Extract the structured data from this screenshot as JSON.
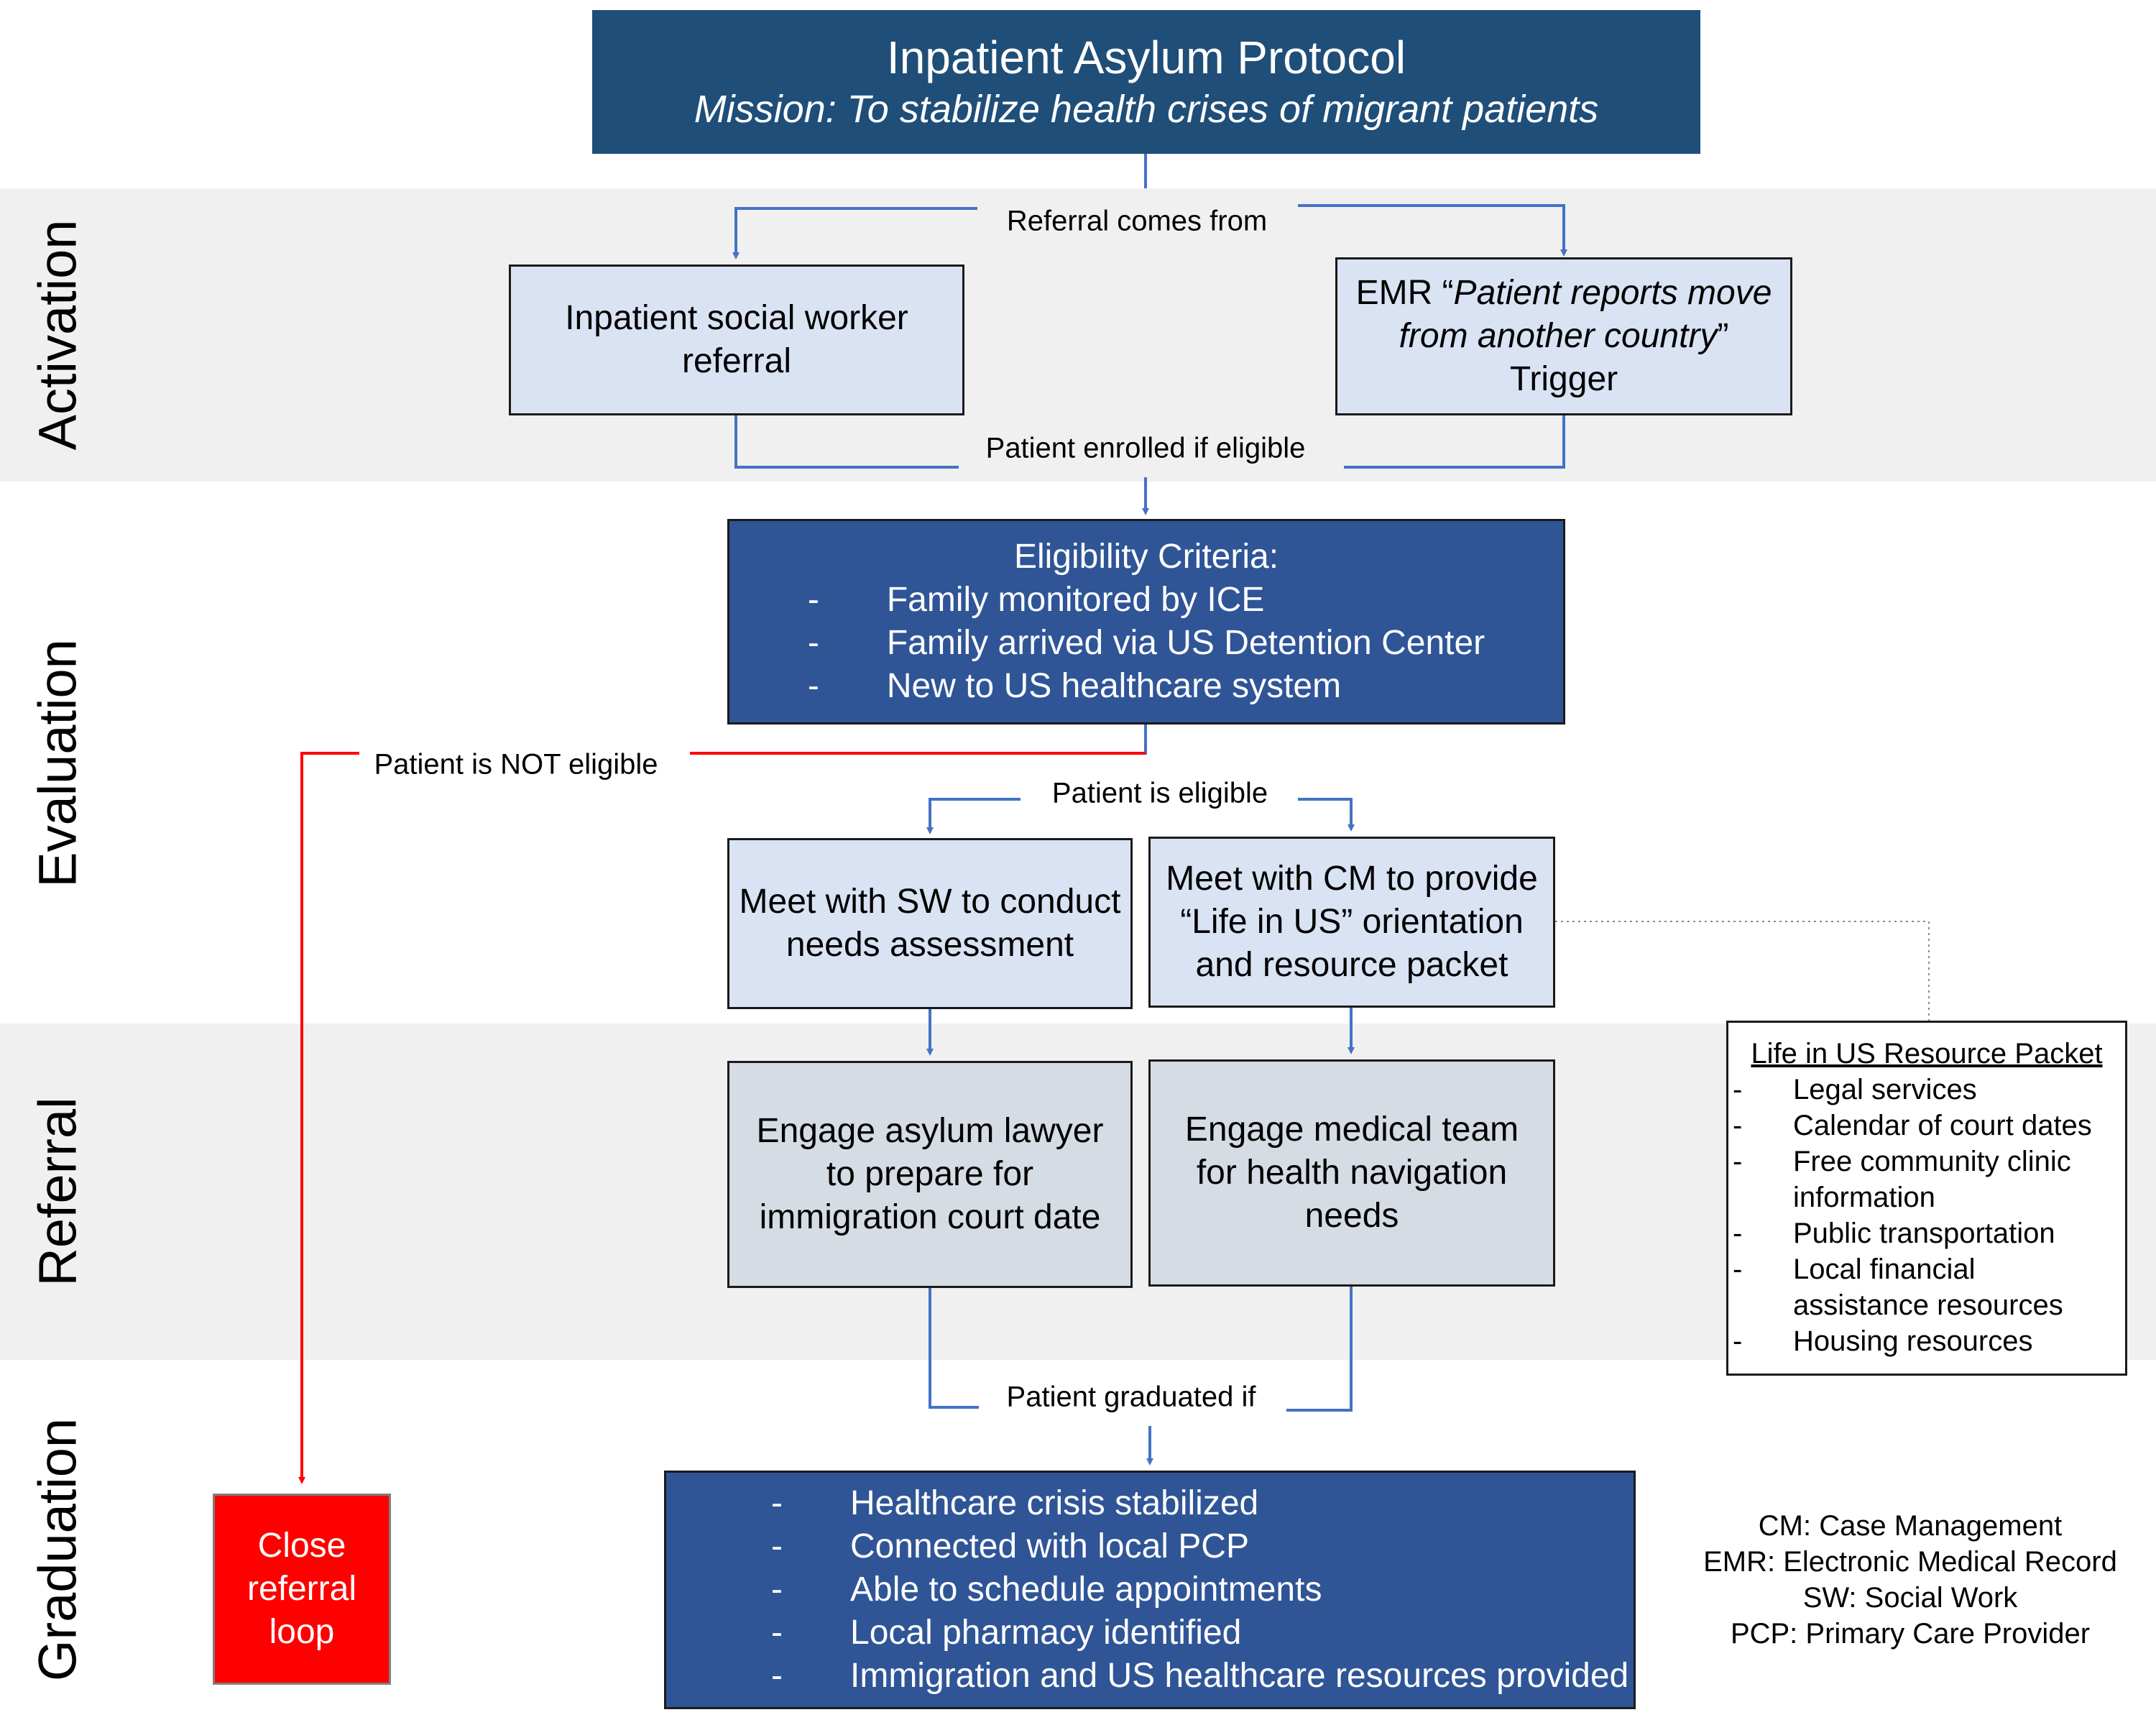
{
  "header": {
    "title": "Inpatient Asylum Protocol",
    "mission": "Mission: To stabilize health crises of migrant patients"
  },
  "phases": [
    "Activation",
    "Evaluation",
    "Referral",
    "Graduation"
  ],
  "activation": {
    "referral_label": "Referral comes from",
    "social_worker_box": "Inpatient social worker referral",
    "emr_prefix": "EMR “",
    "emr_quote": "Patient reports move from another country",
    "emr_suffix": "”",
    "emr_trigger": "Trigger",
    "enrolled_label": "Patient enrolled if eligible"
  },
  "evaluation": {
    "eligibility_title": "Eligibility Criteria:",
    "criteria": [
      "Family monitored by ICE",
      "Family arrived via US Detention Center",
      "New to US healthcare system"
    ],
    "not_eligible_label": "Patient is NOT eligible",
    "eligible_label": "Patient is eligible",
    "sw_box": "Meet with SW to conduct needs assessment",
    "cm_box": "Meet with CM to provide “Life in US” orientation and resource packet"
  },
  "referral": {
    "lawyer_box": "Engage asylum lawyer to prepare for immigration court date",
    "medical_box": "Engage medical team for health navigation needs"
  },
  "resource_packet": {
    "title": "Life in US Resource Packet",
    "items": [
      "Legal services",
      "Calendar of court dates",
      "Free community clinic information",
      "Public transportation",
      "Local financial assistance resources",
      "Housing resources"
    ]
  },
  "graduation": {
    "graduated_label": "Patient graduated if",
    "outcomes": [
      "Healthcare crisis stabilized",
      "Connected with local PCP",
      "Able to schedule appointments",
      "Local pharmacy identified",
      "Immigration and US healthcare resources provided"
    ],
    "close_loop": "Close referral loop"
  },
  "legend": [
    "CM: Case Management",
    "EMR: Electronic Medical Record",
    "SW: Social Work",
    "PCP: Primary Care Provider"
  ],
  "colors": {
    "connector_blue": "#4472c4",
    "connector_red": "#ff0000",
    "title_fill": "#1f4e79",
    "dark_fill": "#2f5597",
    "light_fill": "#dae3f3",
    "grey_fill": "#d6dce4",
    "band_fill": "#f0f0f0",
    "close_fill": "#ff0000"
  }
}
